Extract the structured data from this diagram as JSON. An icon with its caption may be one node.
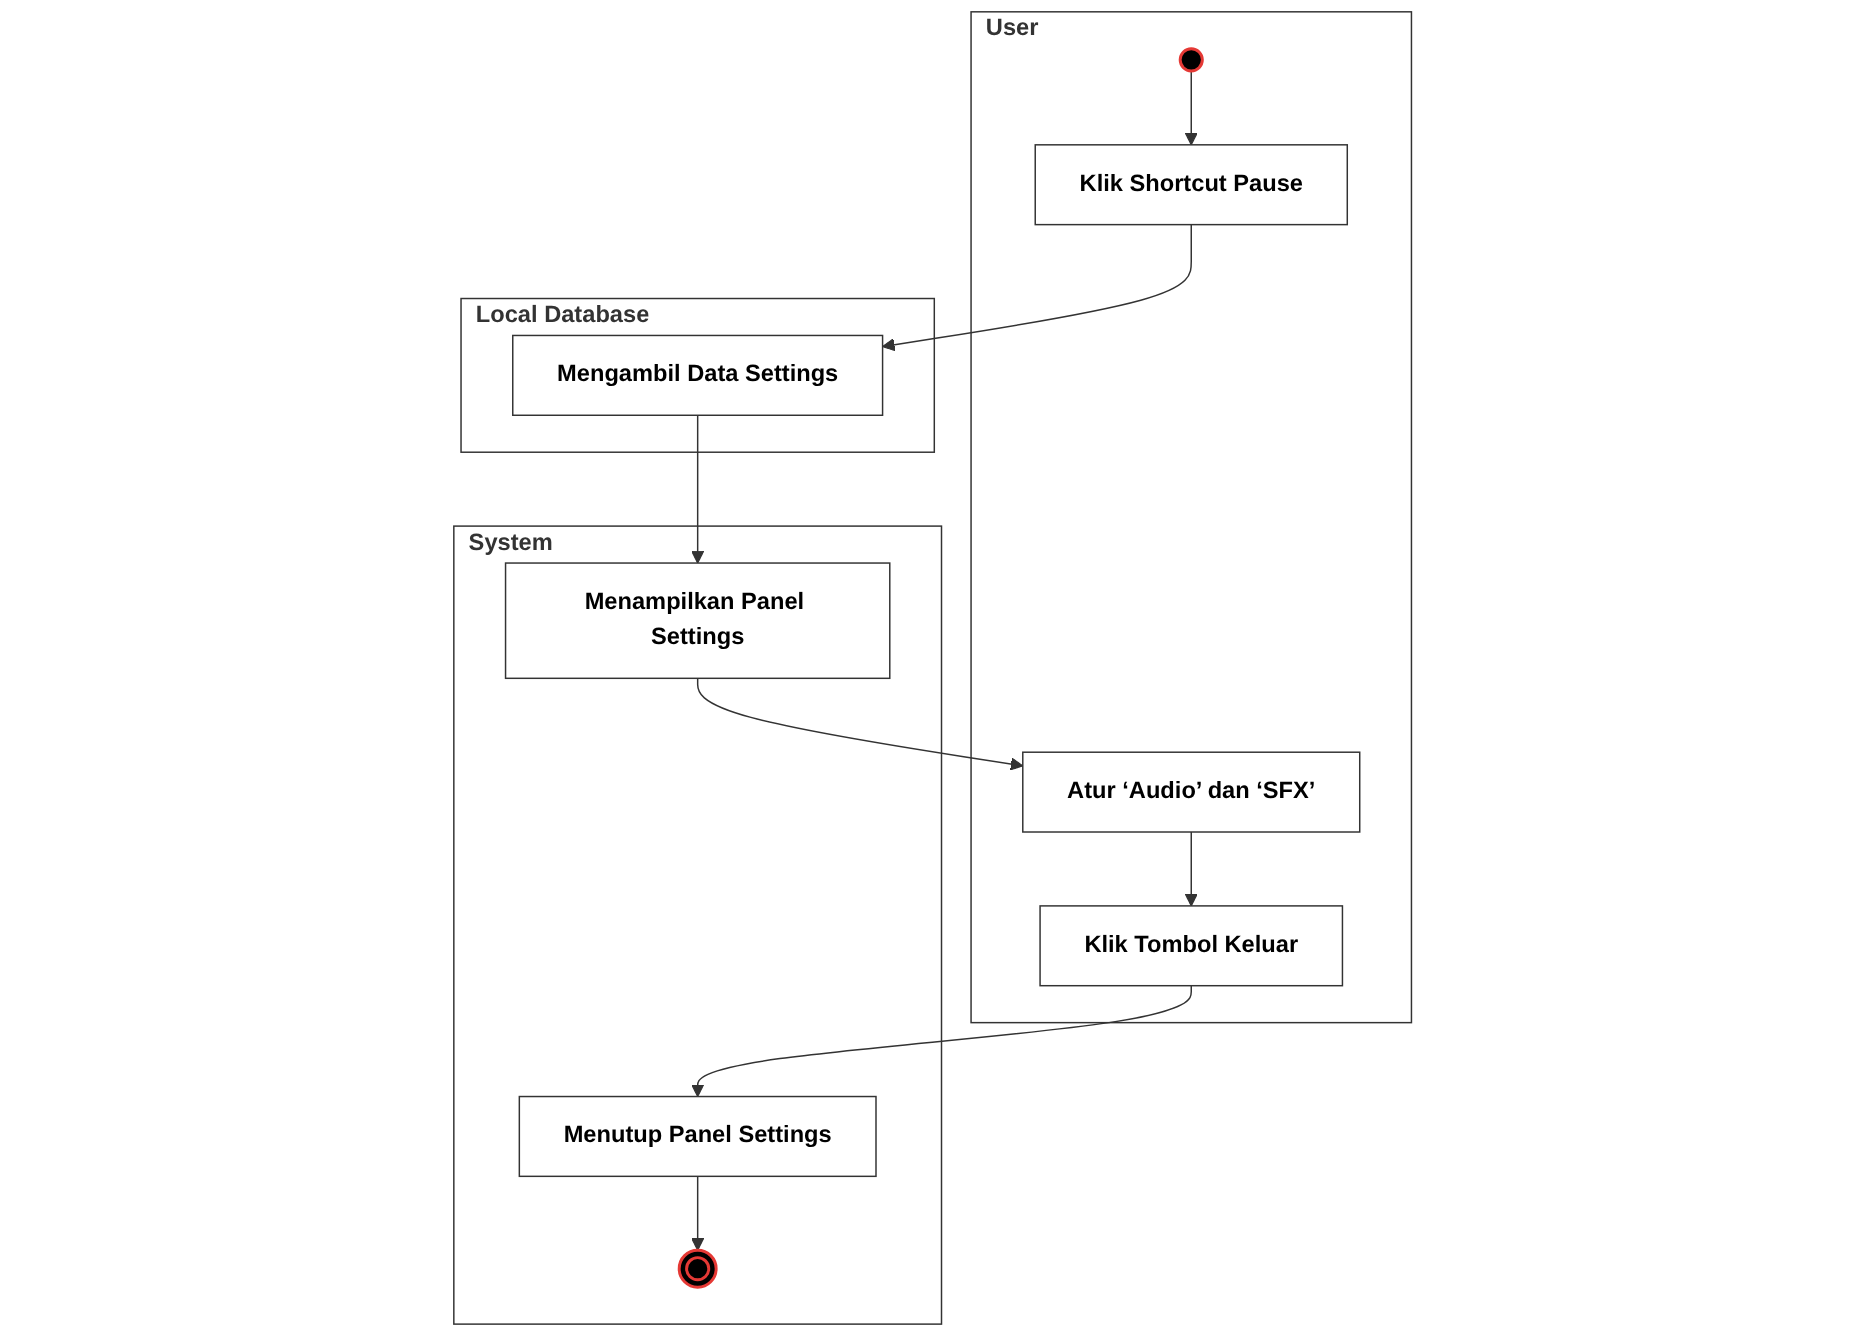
{
  "diagram": {
    "nodes": [
      {
        "text": [
          "User"
        ]
      },
      {
        "text": [
          "System"
        ]
      },
      {
        "text": [
          "Local Database"
        ]
      },
      {
        "text": [],
        "shape": "circle",
        "in": 0
      },
      {
        "text": [
          "Klik Shortcut Pause"
        ],
        "in": 0
      },
      {
        "text": [
          "Mengambil Data Settings"
        ],
        "in": 2
      },
      {
        "text": [
          "Menampilkan Panel Settings"
        ],
        "in": 1
      },
      {
        "text": [
          "Atur ‘Audio’ dan ‘SFX’"
        ],
        "in": 0
      },
      {
        "text": [
          "Klik Tombol Keluar"
        ],
        "in": 0
      },
      {
        "text": [
          "Menutup Panel Settings"
        ],
        "in": 1
      },
      {
        "text": [],
        "shape": "circle",
        "in": 1
      }
    ],
    "edges": [
      {
        "from": 3,
        "to": 4,
        "arrow": "to"
      },
      {
        "from": 4,
        "to": 5,
        "arrow": "to"
      },
      {
        "from": 5,
        "to": 6,
        "arrow": "to"
      },
      {
        "from": 6,
        "to": 7,
        "arrow": "to"
      },
      {
        "from": 7,
        "to": 8,
        "arrow": "to"
      },
      {
        "from": 8,
        "to": 9,
        "arrow": "to"
      },
      {
        "from": 9,
        "to": 10,
        "arrow": "to"
      }
    ]
  }
}
